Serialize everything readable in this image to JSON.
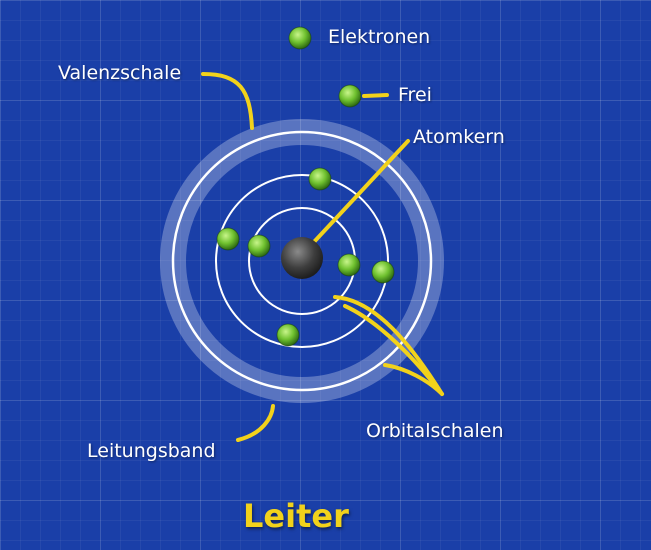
{
  "diagram": {
    "title": "Leiter",
    "labels": {
      "electrons": "Elektronen",
      "free": "Frei",
      "valence_shell": "Valenzschale",
      "nucleus": "Atomkern",
      "conduction_band": "Leitungsband",
      "orbital_shells": "Orbitalschalen"
    }
  },
  "colors": {
    "background": "#1a3fa8",
    "label_text": "#ffffff",
    "leader_lines": "#f2d21b",
    "title": "#f2d21b",
    "electron": "#7fd23c",
    "nucleus": "#4a4a4a"
  }
}
